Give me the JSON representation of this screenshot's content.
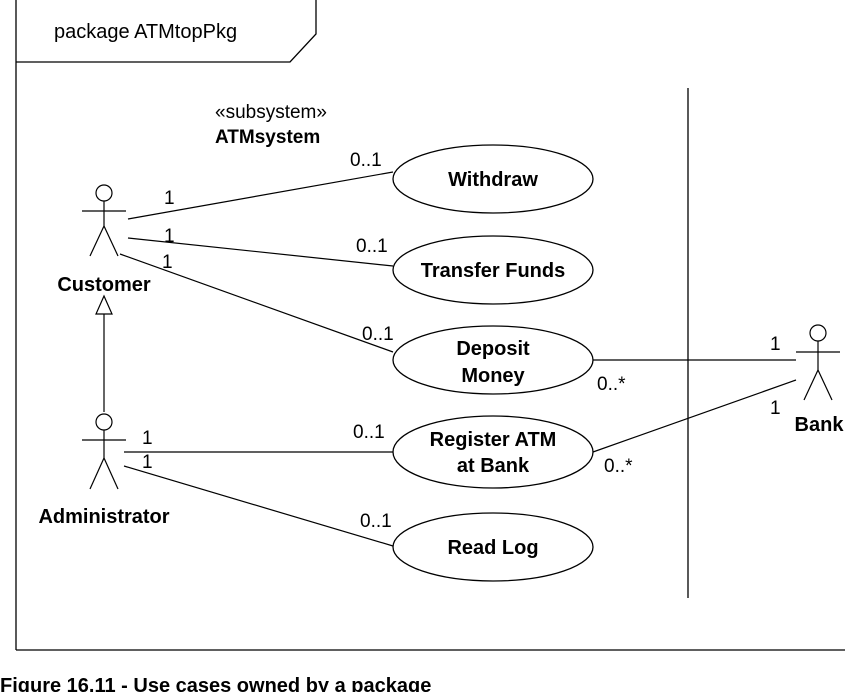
{
  "package": {
    "label": "package ATMtopPkg"
  },
  "subsystem": {
    "stereotype": "«subsystem»",
    "name": "ATMsystem"
  },
  "actors": {
    "customer": "Customer",
    "administrator": "Administrator",
    "bank": "Bank"
  },
  "use_cases": {
    "withdraw": [
      "Withdraw"
    ],
    "transfer": [
      "Transfer Funds"
    ],
    "deposit": [
      "Deposit",
      "Money"
    ],
    "register": [
      "Register ATM",
      "at Bank"
    ],
    "readlog": [
      "Read Log"
    ]
  },
  "multiplicities": {
    "cust_withdraw_actor": "1",
    "cust_withdraw_uc": "0..1",
    "cust_transfer_actor": "1",
    "cust_transfer_uc": "0..1",
    "cust_deposit_actor": "1",
    "cust_deposit_uc": "0..1",
    "deposit_bank_uc": "0..*",
    "deposit_bank_actor": "1",
    "admin_register_actor": "1",
    "admin_register_uc": "0..1",
    "admin_readlog_actor": "1",
    "admin_readlog_uc": "0..1",
    "register_bank_uc": "0..*",
    "register_bank_actor": "1"
  },
  "caption": "Figure 16.11 - Use cases owned by a package"
}
